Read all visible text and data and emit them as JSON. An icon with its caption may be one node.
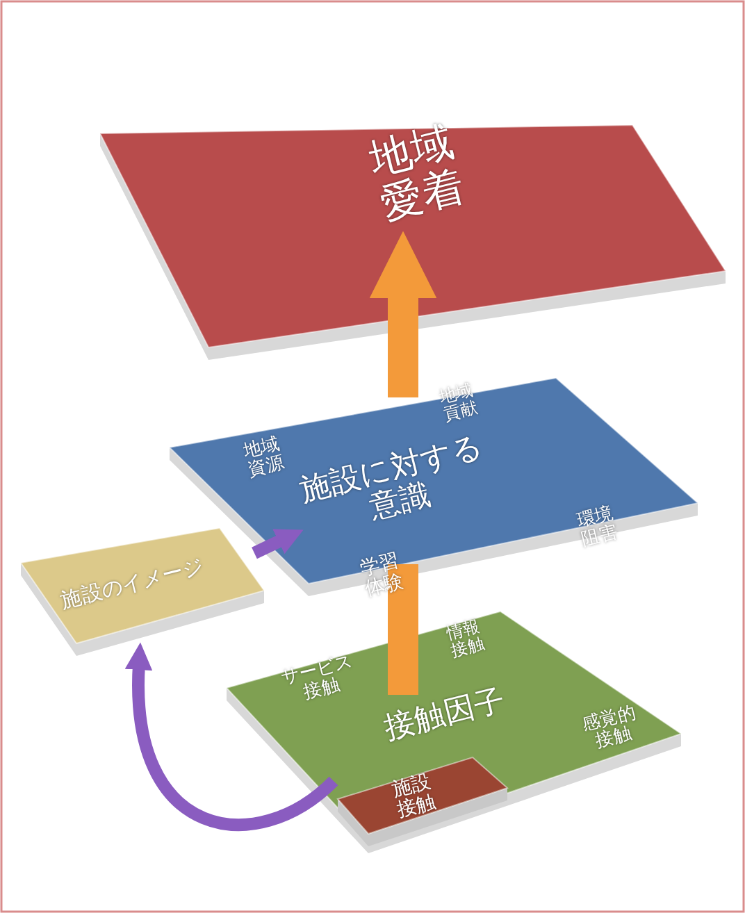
{
  "diagram": {
    "nodes": [
      {
        "text": [
          "地域愛着"
        ]
      },
      {
        "text": [
          "施設に対する意識",
          "地域貢献",
          "地域資源",
          "環境阻害",
          "学習体験"
        ]
      },
      {
        "text": [
          "施設のイメージ"
        ]
      },
      {
        "text": [
          "接触因子",
          "サービス接触",
          "情報接触",
          "感覚的接触"
        ]
      },
      {
        "text": [
          "施設接触"
        ],
        "in": 3
      }
    ],
    "edges": [
      {
        "from": 3,
        "to": 1,
        "arrow": "none",
        "style": "thick",
        "color": "#f39a3a"
      },
      {
        "from": 1,
        "to": 0,
        "arrow": "to",
        "style": "thick",
        "color": "#f39a3a"
      },
      {
        "from": 3,
        "to": 2,
        "arrow": "to",
        "color": "#8a5cc0"
      },
      {
        "from": 2,
        "to": 1,
        "arrow": "to",
        "color": "#8a5cc0"
      }
    ]
  }
}
